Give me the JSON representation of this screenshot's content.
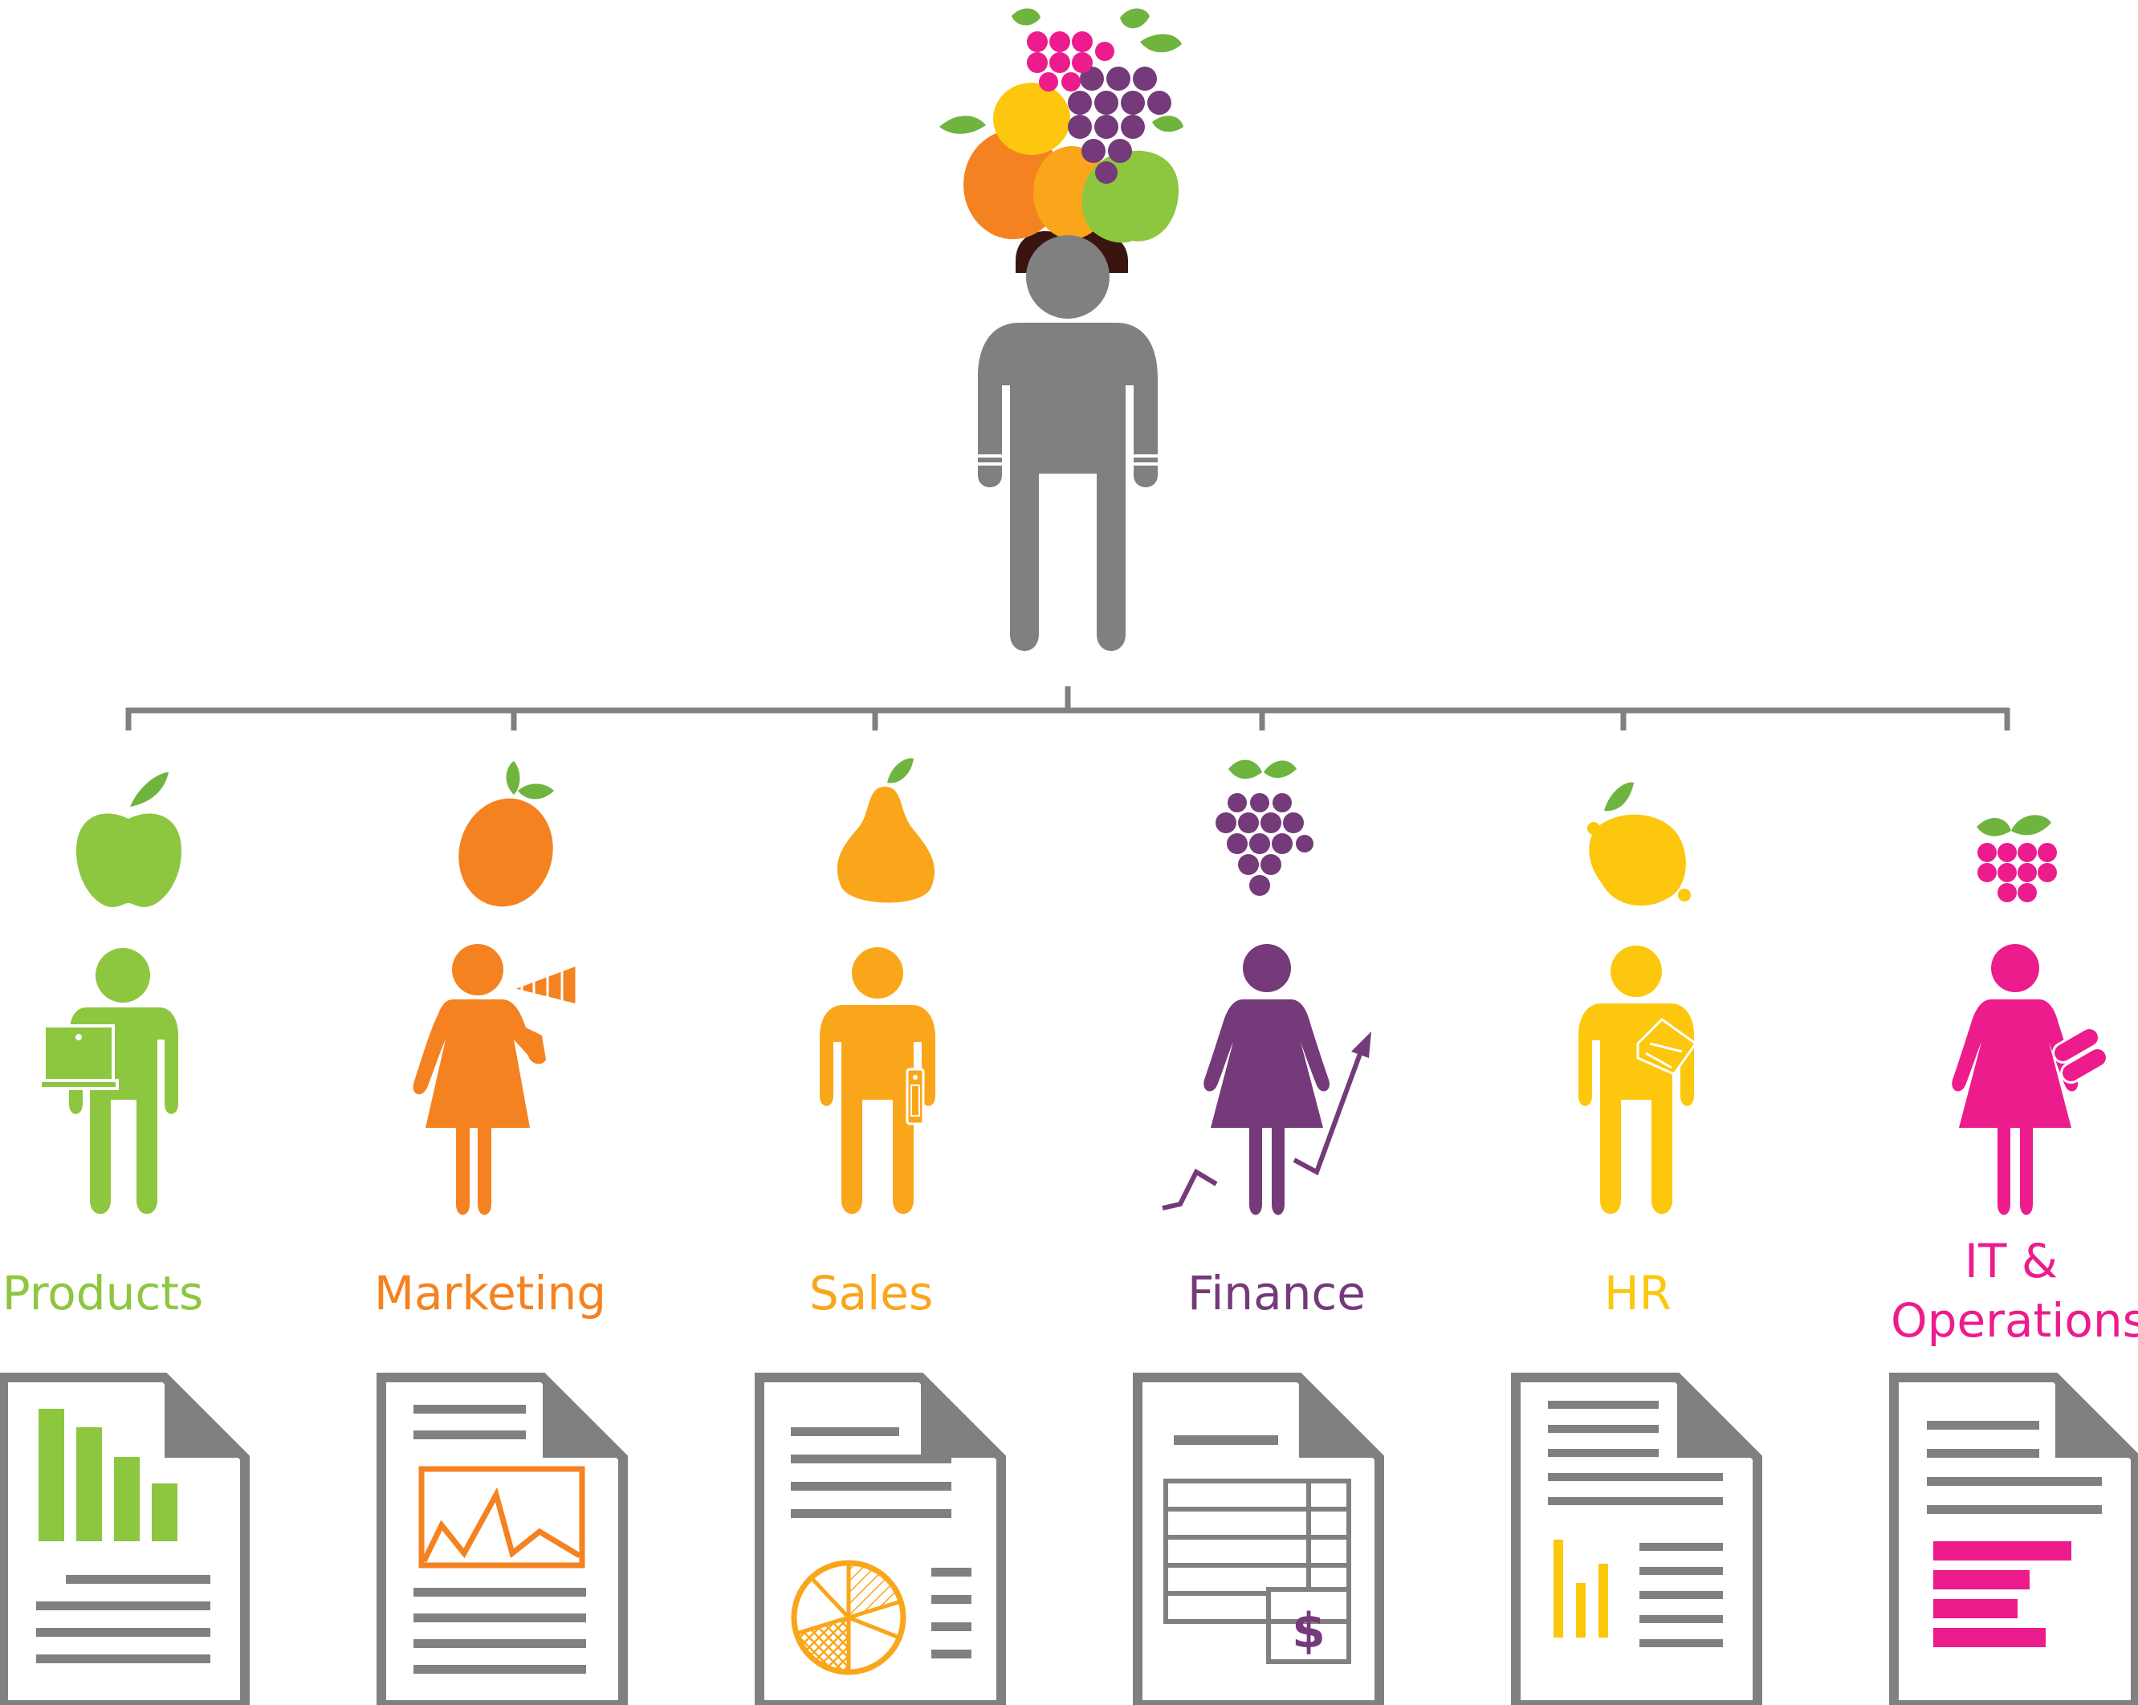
{
  "colors": {
    "gray": "#808080",
    "leaf": "#6fb43f",
    "hair": "#3a1510"
  },
  "departments": [
    {
      "key": "products",
      "label_lines": [
        "Products"
      ],
      "color": "#8dc63f",
      "fruit": "apple-icon",
      "tool": "laptop-icon",
      "doc_graphic": "bar-chart-icon"
    },
    {
      "key": "marketing",
      "label_lines": [
        "Marketing"
      ],
      "color": "#f58220",
      "fruit": "orange-icon",
      "tool": "megaphone-icon",
      "doc_graphic": "line-chart-icon"
    },
    {
      "key": "sales",
      "label_lines": [
        "Sales"
      ],
      "color": "#faa61a",
      "fruit": "pear-icon",
      "tool": "phone-icon",
      "doc_graphic": "pie-chart-icon"
    },
    {
      "key": "finance",
      "label_lines": [
        "Finance"
      ],
      "color": "#743a7a",
      "fruit": "grapes-icon",
      "tool": "growth-arrow-icon",
      "doc_graphic": "spreadsheet-dollar-icon"
    },
    {
      "key": "hr",
      "label_lines": [
        "HR"
      ],
      "color": "#fcc70c",
      "fruit": "lemon-icon",
      "tool": "papers-icon",
      "doc_graphic": "small-bar-chart-icon"
    },
    {
      "key": "it",
      "label_lines": [
        "IT &",
        "Operations"
      ],
      "color": "#ec1c8d",
      "fruit": "raspberry-icon",
      "tool": "blueprint-rolls-icon",
      "doc_graphic": "horizontal-bars-icon"
    }
  ],
  "finance_doc_symbol": "$"
}
